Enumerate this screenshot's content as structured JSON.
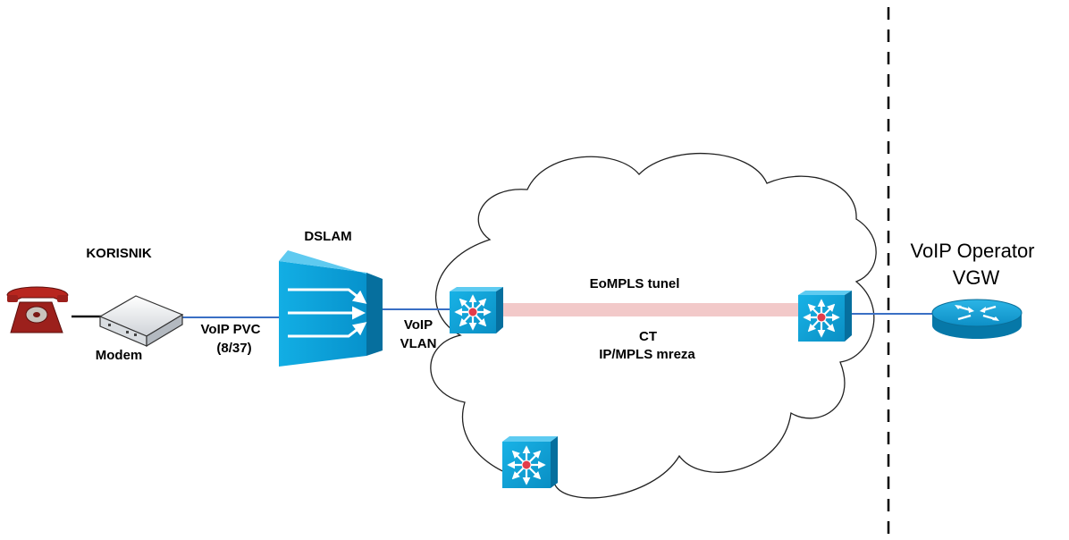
{
  "labels": {
    "korisnik": "KORISNIK",
    "modem": "Modem",
    "voip_pvc": "VoIP PVC",
    "pvc_id": "(8/37)",
    "dslam": "DSLAM",
    "voip": "VoIP",
    "vlan": "VLAN",
    "eompls_tunel": "EoMPLS tunel",
    "ct": "CT",
    "ip_mpls_mreza": "IP/MPLS mreza",
    "voip_operator": "VoIP Operator",
    "vgw": "VGW"
  },
  "colors": {
    "link": "#3a6fc4",
    "tunnel": "#f2c9c9",
    "device_blue": "#0aa0d8",
    "device_dark": "#0678a8",
    "switch_core": "#e33c4a",
    "phone_red": "#a8231f",
    "boundary": "#000000"
  },
  "icons": {
    "phone": "telephone-icon",
    "modem": "modem-icon",
    "dslam": "dslam-icon",
    "switch": "multilayer-switch-icon",
    "router": "router-icon"
  }
}
